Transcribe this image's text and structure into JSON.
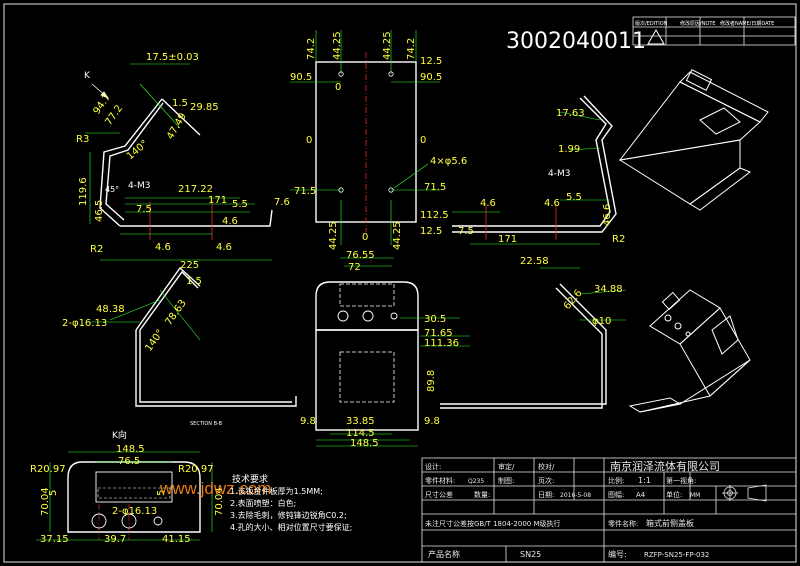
{
  "drawing_number_top": "3002040011",
  "revision_header": {
    "c1": "版次/EDITION",
    "c2": "修改原因/NOTE",
    "c3": "修改者NAME/日期DATE"
  },
  "view_k_label": "K",
  "section_label": "SECTION B-B",
  "kview_title": "K向",
  "watermark": "www.jdwz.com",
  "tech_notes": {
    "title": "技术要求",
    "items": [
      "1.该钣金件板厚为1.5MM;",
      "2.表面喷塑：白色;",
      "3.去除毛刺，修钝锋边锐角C0.2;",
      "4.孔的大小、相对位置尺寸要保证;"
    ]
  },
  "title_block": {
    "company": "南京润泽流体有限公司",
    "design_label": "设计:",
    "approve_label": "审定/",
    "check_label": "校对/",
    "material_label": "零件材料:",
    "material_value": "Q235",
    "drawn_label": "制图:",
    "pages_label": "页次:",
    "scale_label": "比例:",
    "scale_value": "1:1",
    "first_view_label": "第一视角:",
    "size_label": "尺寸公差",
    "qty_label": "数量:",
    "date_label": "日期:",
    "date_value": "2016-5-08",
    "paper_label": "图幅:",
    "paper_value": "A4",
    "unit_label": "单位:",
    "unit_value": "MM",
    "tol_note": "未注尺寸公差按GB/T 1804-2000 M级执行",
    "part_name_label": "零件名称:",
    "part_name_value": "箱式前侧盖板",
    "product_label": "产品名称",
    "product_value": "SN25",
    "code_label": "编号:",
    "code_value": "RZFP-SN25-FP-032"
  },
  "dims": {
    "tl_175": "17.5±0.03",
    "tl_947": "94.7",
    "tl_772": "77.2",
    "tl_15": "1.5",
    "tl_2985": "29.85",
    "tl_4749": "47.49",
    "tl_140": "140°",
    "tl_r3": "R3",
    "tl_1196": "119.6",
    "tl_4m3": "4-M3",
    "tl_21722": "217.22",
    "tl_171": "171",
    "tl_55": "5.5",
    "tl_76": "7.6",
    "tl_45": "45°",
    "tl_465": "46.5",
    "tl_75": "7.5",
    "tl_46a": "4.6",
    "tl_46b": "4.6",
    "tl_46c": "4.6",
    "tl_r2": "R2",
    "tl_225": "225",
    "tc_742a": "74.2",
    "tc_4425a": "44.25",
    "tc_4425b": "44.25",
    "tc_742b": "74.2",
    "tc_125a": "12.5",
    "tc_905a": "90.5",
    "tc_905b": "90.5",
    "tc_0a": "0",
    "tc_0b": "0",
    "tc_0c": "0",
    "tc_0d": "0",
    "tc_456": "4×φ5.6",
    "tc_715a": "71.5",
    "tc_715b": "71.5",
    "tc_1125a": "112.5",
    "tc_4425c": "44.25",
    "tc_4425d": "44.25",
    "tc_125b": "12.5",
    "tr_1763": "17.63",
    "tr_199": "1.99",
    "tr_4m3": "4-M3",
    "tr_55": "5.5",
    "tr_466": "46.6",
    "tr_46a": "4.6",
    "tr_46b": "4.6",
    "tr_171": "171",
    "tr_r2": "R2",
    "tr_75": "7.5",
    "ml_15": "1.5",
    "ml_4838": "48.38",
    "ml_21613": "2-φ16.13",
    "ml_7863": "78.63",
    "ml_140": "140°",
    "mc_7655": "76.55",
    "mc_72": "72",
    "mc_305": "30.5",
    "mc_7165": "71.65",
    "mc_11136": "111.36",
    "mc_898": "89.8",
    "mc_98a": "9.8",
    "mc_98b": "9.8",
    "mc_3385": "33.85",
    "mc_1145": "114.5",
    "mc_1485": "148.5",
    "mr_2258": "22.58",
    "mr_3488": "34.88",
    "mr_626": "62.6",
    "mr_10": "φ10",
    "kv_1485": "148.5",
    "kv_765": "76.5",
    "kv_r2097a": "R20.97",
    "kv_r2097b": "R20.97",
    "kv_7004a": "70.04",
    "kv_7004b": "70.04",
    "kv_5a": "5",
    "kv_5b": "5",
    "kv_3715": "37.15",
    "kv_397": "39.7",
    "kv_4115": "41.15",
    "kv_phi": "2-φ16.13"
  }
}
